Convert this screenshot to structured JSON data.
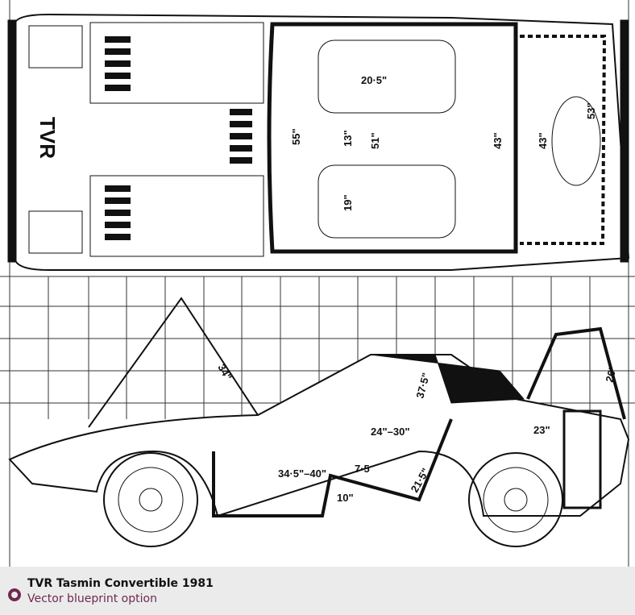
{
  "caption": {
    "title": "TVR Tasmin Convertible 1981",
    "subtitle": "Vector blueprint option"
  },
  "logo": "TVR",
  "top_view_dimensions": [
    "20·5\"",
    "55\"",
    "13\"",
    "51\"",
    "43\"",
    "43\"",
    "53\"",
    "19\""
  ],
  "side_view_dimensions": [
    "34\"",
    "37·5\"",
    "26\"",
    "24\"–30\"",
    "23\"",
    "34·5\"–40\"",
    "7·5",
    "21·5\"",
    "10\""
  ],
  "colors": {
    "accent": "#6e2a4e",
    "caption_bg": "#ebebeb"
  }
}
